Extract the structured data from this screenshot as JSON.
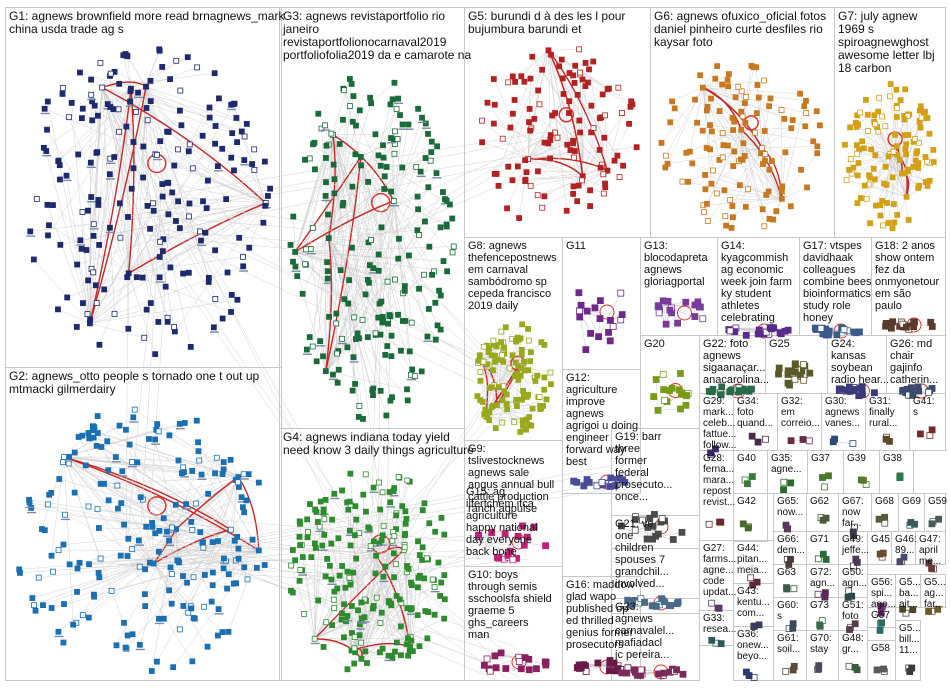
{
  "groups": [
    {
      "id": "G1",
      "lines": [
        "G1: agnews brownfield more read brnagnews_mark",
        "china usda trade ag s"
      ],
      "color": "#1f2a6e"
    },
    {
      "id": "G2",
      "lines": [
        "G2: agnews_otto people s tornado one t out up",
        "mtmacki gilmerdairy"
      ],
      "color": "#1b6fb3"
    },
    {
      "id": "G3",
      "lines": [
        "G3: agnews revistaportfolio rio",
        "janeiro",
        "revistaportfolionocarnaval2019",
        "portfoliofolia2019 da e camarote na"
      ],
      "color": "#1a6b3a"
    },
    {
      "id": "G4",
      "lines": [
        "G4: agnews indiana today yield",
        "need know 3 daily things agriculture"
      ],
      "color": "#2e8b2e"
    },
    {
      "id": "G5",
      "lines": [
        "G5: burundi d à des les l pour",
        "bujumbura barundi et"
      ],
      "color": "#b22222"
    },
    {
      "id": "G6",
      "lines": [
        "G6: agnews ofuxico_oficial fotos",
        "daniel pinheiro curte desfiles rio",
        "kaysar foto"
      ],
      "color": "#c8781e"
    },
    {
      "id": "G7",
      "lines": [
        "G7: july agnew",
        "1969 s",
        "spiroagnewghost",
        "awesome letter lbj",
        "18 carbon"
      ],
      "color": "#d4a017"
    },
    {
      "id": "G8",
      "lines": [
        "G8: agnews",
        "thefencepostnews",
        "em carnaval",
        "sambódromo sp",
        "cepeda francisco",
        "2019 daily"
      ],
      "color": "#9aa81e"
    },
    {
      "id": "G9",
      "lines": [
        "G9:",
        "tslivestocknews",
        "agnews sale",
        "angus annual bull",
        "cattle production",
        "ranch agpulse"
      ],
      "color": "#c0207a"
    },
    {
      "id": "G10",
      "lines": [
        "G10: boys",
        "through semis",
        "sschoolsfa shield",
        "graeme 5",
        "ghs_careers",
        "man"
      ],
      "color": "#8a2060"
    },
    {
      "id": "G11",
      "lines": [
        "G11"
      ],
      "color": "#6b2a8a"
    },
    {
      "id": "G12",
      "lines": [
        "G12:",
        "agriculture",
        "improve",
        "agnews",
        "agrigoi u doing",
        "engineer",
        "forward way",
        "best"
      ],
      "color": "#4a4a9a"
    },
    {
      "id": "G13",
      "lines": [
        "G13:",
        "blocodapreta",
        "agnews",
        "gloriagportal"
      ],
      "color": "#7a3a9a"
    },
    {
      "id": "G14",
      "lines": [
        "G14:",
        "kyagcommish",
        "ag economic",
        "week join farm",
        "ky student",
        "athletes",
        "celebrating"
      ],
      "color": "#5a2a8a"
    },
    {
      "id": "G15",
      "lines": [
        "G15: ag",
        "ilfertchem ifca",
        "agriculture",
        "happy national",
        "day everyone",
        "back bone"
      ],
      "color": "#8a1a8a"
    },
    {
      "id": "G16",
      "lines": [
        "G16: maddow",
        "glad wapo",
        "published op",
        "ed thrilled",
        "genius former",
        "prosecutors"
      ],
      "color": "#6a1a4a"
    },
    {
      "id": "G17",
      "lines": [
        "G17: vtspes",
        "davidhaak",
        "colleagues",
        "combine bees",
        "bioinformatics",
        "study role",
        "honey"
      ],
      "color": "#3a5a8a"
    },
    {
      "id": "G18",
      "lines": [
        "G18: 2 anos",
        "show ontem",
        "fez da",
        "onmyonetour",
        "em são",
        "paulo"
      ],
      "color": "#5a3a2a"
    },
    {
      "id": "G19",
      "lines": [
        "G19: barr",
        "three",
        "former",
        "federal",
        "prosecuto...",
        "once..."
      ],
      "color": "#4a4a4a"
    },
    {
      "id": "G20",
      "lines": [
        "G20"
      ],
      "color": "#7a9a1a"
    },
    {
      "id": "G21",
      "lines": [
        "G21: ve",
        "one",
        "children",
        "spouses 7",
        "grandchil...",
        "involved..."
      ],
      "color": "#4a6a8a"
    },
    {
      "id": "G22",
      "lines": [
        "G22: foto",
        "agnews",
        "sigaanaçar...",
        "anacarolina..."
      ],
      "color": "#2a6a4a"
    },
    {
      "id": "G23",
      "lines": [
        "G23:",
        "agnews",
        "carnavalel...",
        "mafiadacl",
        "jc pereira..."
      ],
      "color": "#7a2a5a"
    },
    {
      "id": "G24",
      "lines": [
        "G24:",
        "kansas",
        "soybean",
        "radio hear..."
      ],
      "color": "#3a3a7a"
    },
    {
      "id": "G25",
      "lines": [
        "G25"
      ],
      "color": "#5a5a2a"
    },
    {
      "id": "G26",
      "lines": [
        "G26: md",
        "chair",
        "gajinfo",
        "catherin..."
      ],
      "color": "#3a4a6a"
    },
    {
      "id": "G27",
      "lines": [
        "G27:",
        "farms...",
        "agne...",
        "code",
        "updat..."
      ],
      "color": "#5a3a6a"
    },
    {
      "id": "G28",
      "lines": [
        "G28:",
        "ferna...",
        "mara...",
        "repost",
        "revist..."
      ],
      "color": "#6a2a2a"
    },
    {
      "id": "G29",
      "lines": [
        "G29:",
        "mark...",
        "celeb...",
        "fattue...",
        "follow..."
      ],
      "color": "#3a2a6a"
    },
    {
      "id": "G30",
      "lines": [
        "G30:",
        "agnews",
        "vanes..."
      ],
      "color": "#2a4a7a"
    },
    {
      "id": "G31",
      "lines": [
        "G31:",
        "finally",
        "rural..."
      ],
      "color": "#5a4a2a"
    },
    {
      "id": "G32",
      "lines": [
        "G32:",
        "em",
        "correio..."
      ],
      "color": "#6a2a4a"
    },
    {
      "id": "G33",
      "lines": [
        "G33:",
        "resea..."
      ],
      "color": "#2a5a5a"
    },
    {
      "id": "G34",
      "lines": [
        "G34:",
        "foto",
        "quand..."
      ],
      "color": "#4a2a4a"
    },
    {
      "id": "G35",
      "lines": [
        "G35:",
        "agne..."
      ],
      "color": "#2a6a2a"
    },
    {
      "id": "G36",
      "lines": [
        "G36:",
        "onew...",
        "beyo..."
      ],
      "color": "#2a3a6a"
    },
    {
      "id": "G37",
      "lines": [
        "G37"
      ],
      "color": "#4a7a2a"
    },
    {
      "id": "G38",
      "lines": [
        "G38"
      ],
      "color": "#2a7a4a"
    },
    {
      "id": "G39",
      "lines": [
        "G39"
      ],
      "color": "#5a7a2a"
    },
    {
      "id": "G40",
      "lines": [
        "G40"
      ],
      "color": "#3a7a3a"
    },
    {
      "id": "G41",
      "lines": [
        "G41:",
        "s"
      ],
      "color": "#7a2a2a"
    },
    {
      "id": "G42",
      "lines": [
        "G42"
      ],
      "color": "#4a6a2a"
    },
    {
      "id": "G43",
      "lines": [
        "G43:",
        "kentu...",
        "com..."
      ],
      "color": "#3a3a5a"
    },
    {
      "id": "G44",
      "lines": [
        "G44:",
        "pitan...",
        "meia..."
      ],
      "color": "#5a2a3a"
    },
    {
      "id": "G45",
      "lines": [
        "G45"
      ],
      "color": "#6a4a2a"
    },
    {
      "id": "G46",
      "lines": [
        "G46:",
        "89..."
      ],
      "color": "#4a4a6a"
    },
    {
      "id": "G47",
      "lines": [
        "G47:",
        "april",
        "me..."
      ],
      "color": "#6a3a3a"
    },
    {
      "id": "G48",
      "lines": [
        "G48:",
        "gr..."
      ],
      "color": "#3a5a3a"
    },
    {
      "id": "G49",
      "lines": [
        "G49:",
        "jeffe..."
      ],
      "color": "#4a3a5a"
    },
    {
      "id": "G50",
      "lines": [
        "G50:",
        "agn..."
      ],
      "color": "#2a4a4a"
    },
    {
      "id": "G51",
      "lines": [
        "G51:",
        "foto"
      ],
      "color": "#5a3a4a"
    },
    {
      "id": "G5b",
      "lines": [
        "G5...",
        "bill...",
        "11..."
      ],
      "color": "#3a3a3a"
    },
    {
      "id": "G55",
      "lines": [
        "G5...",
        "ba...",
        "ait..."
      ],
      "color": "#4a4a2a"
    },
    {
      "id": "G56",
      "lines": [
        "G56:",
        "spi...",
        "ago..."
      ],
      "color": "#6a2a6a"
    },
    {
      "id": "G57",
      "lines": [
        "G57"
      ],
      "color": "#2a6a6a"
    },
    {
      "id": "G58",
      "lines": [
        "G58"
      ],
      "color": "#5a5a5a"
    },
    {
      "id": "G5c",
      "lines": [
        "G5...",
        "ag...",
        "far..."
      ],
      "color": "#6a5a2a"
    },
    {
      "id": "G60",
      "lines": [
        "G60:",
        "s"
      ],
      "color": "#3a4a5a"
    },
    {
      "id": "G61",
      "lines": [
        "G61:",
        "soil..."
      ],
      "color": "#5a4a3a"
    },
    {
      "id": "G62",
      "lines": [
        "G62"
      ],
      "color": "#4a5a3a"
    },
    {
      "id": "G63",
      "lines": [
        "G63"
      ],
      "color": "#3a5a4a"
    },
    {
      "id": "G65",
      "lines": [
        "G65:",
        "now..."
      ],
      "color": "#5a3a5a"
    },
    {
      "id": "G66",
      "lines": [
        "G66:",
        "dem..."
      ],
      "color": "#4a3a3a"
    },
    {
      "id": "G67",
      "lines": [
        "G67:",
        "now",
        "far..."
      ],
      "color": "#3a3a4a"
    },
    {
      "id": "G68",
      "lines": [
        "G68"
      ],
      "color": "#5a5a3a"
    },
    {
      "id": "G69",
      "lines": [
        "G69"
      ],
      "color": "#3a5a5a"
    },
    {
      "id": "G70",
      "lines": [
        "G70:",
        "stay"
      ],
      "color": "#4a4a5a"
    },
    {
      "id": "G71",
      "lines": [
        "G71"
      ],
      "color": "#2a6a3a"
    },
    {
      "id": "G72",
      "lines": [
        "G72:",
        "agn..."
      ],
      "color": "#5a2a5a"
    },
    {
      "id": "G73",
      "lines": [
        "G73"
      ],
      "color": "#3a6a4a"
    },
    {
      "id": "G59",
      "lines": [
        "G59"
      ],
      "color": "#4a5a5a"
    }
  ]
}
